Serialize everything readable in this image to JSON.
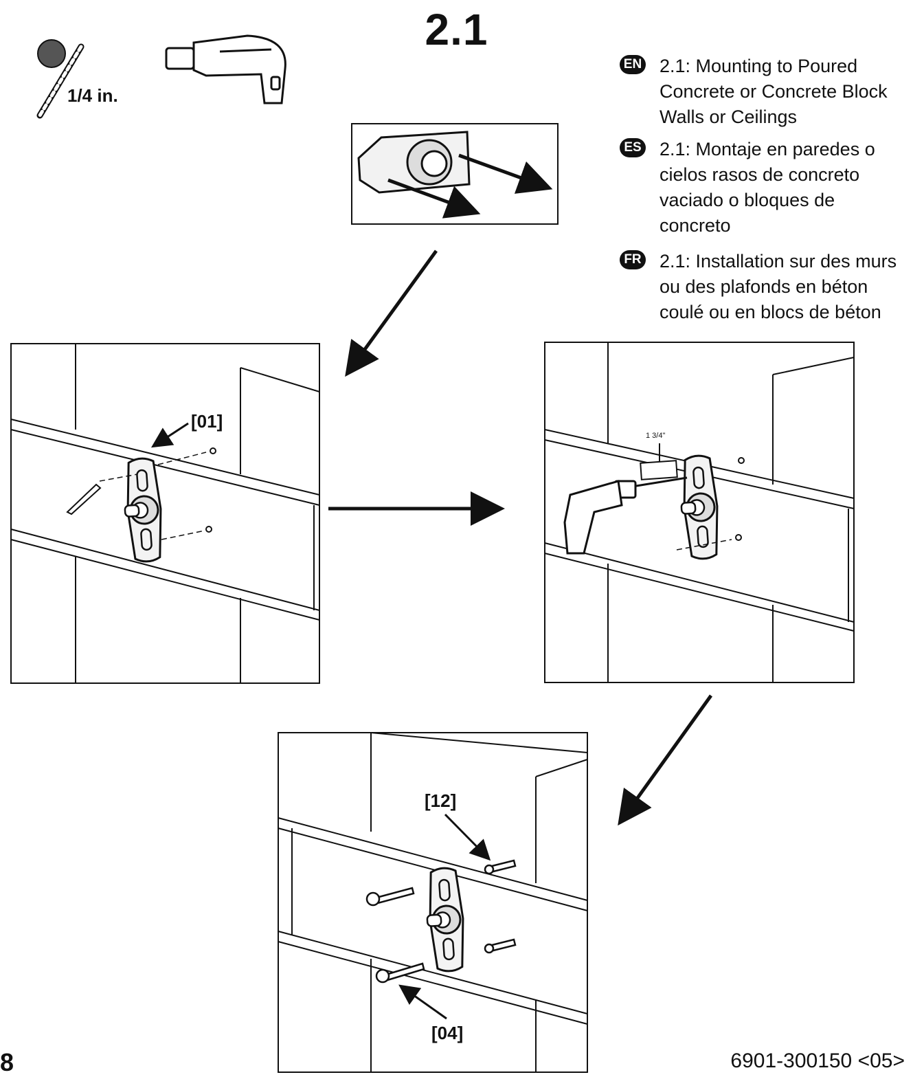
{
  "step_title": "2.1",
  "tools": {
    "bit_label": "1/4 in."
  },
  "languages": [
    {
      "code": "EN",
      "text": "2.1: Mounting to Poured Concrete or Concrete Block Walls or Ceilings"
    },
    {
      "code": "ES",
      "text": "2.1: Montaje en paredes o cielos rasos de concreto vaciado o bloques de concreto"
    },
    {
      "code": "FR",
      "text": "2.1: Installation sur des murs ou des plafonds en béton coulé ou en blocs de béton"
    }
  ],
  "callouts": {
    "panel1": "[01]",
    "panel3_a": "[12]",
    "panel3_b": "[04]",
    "depth": "1 3/4\""
  },
  "footer": {
    "page_number": "8",
    "doc_code": "6901-300150 <05>"
  }
}
